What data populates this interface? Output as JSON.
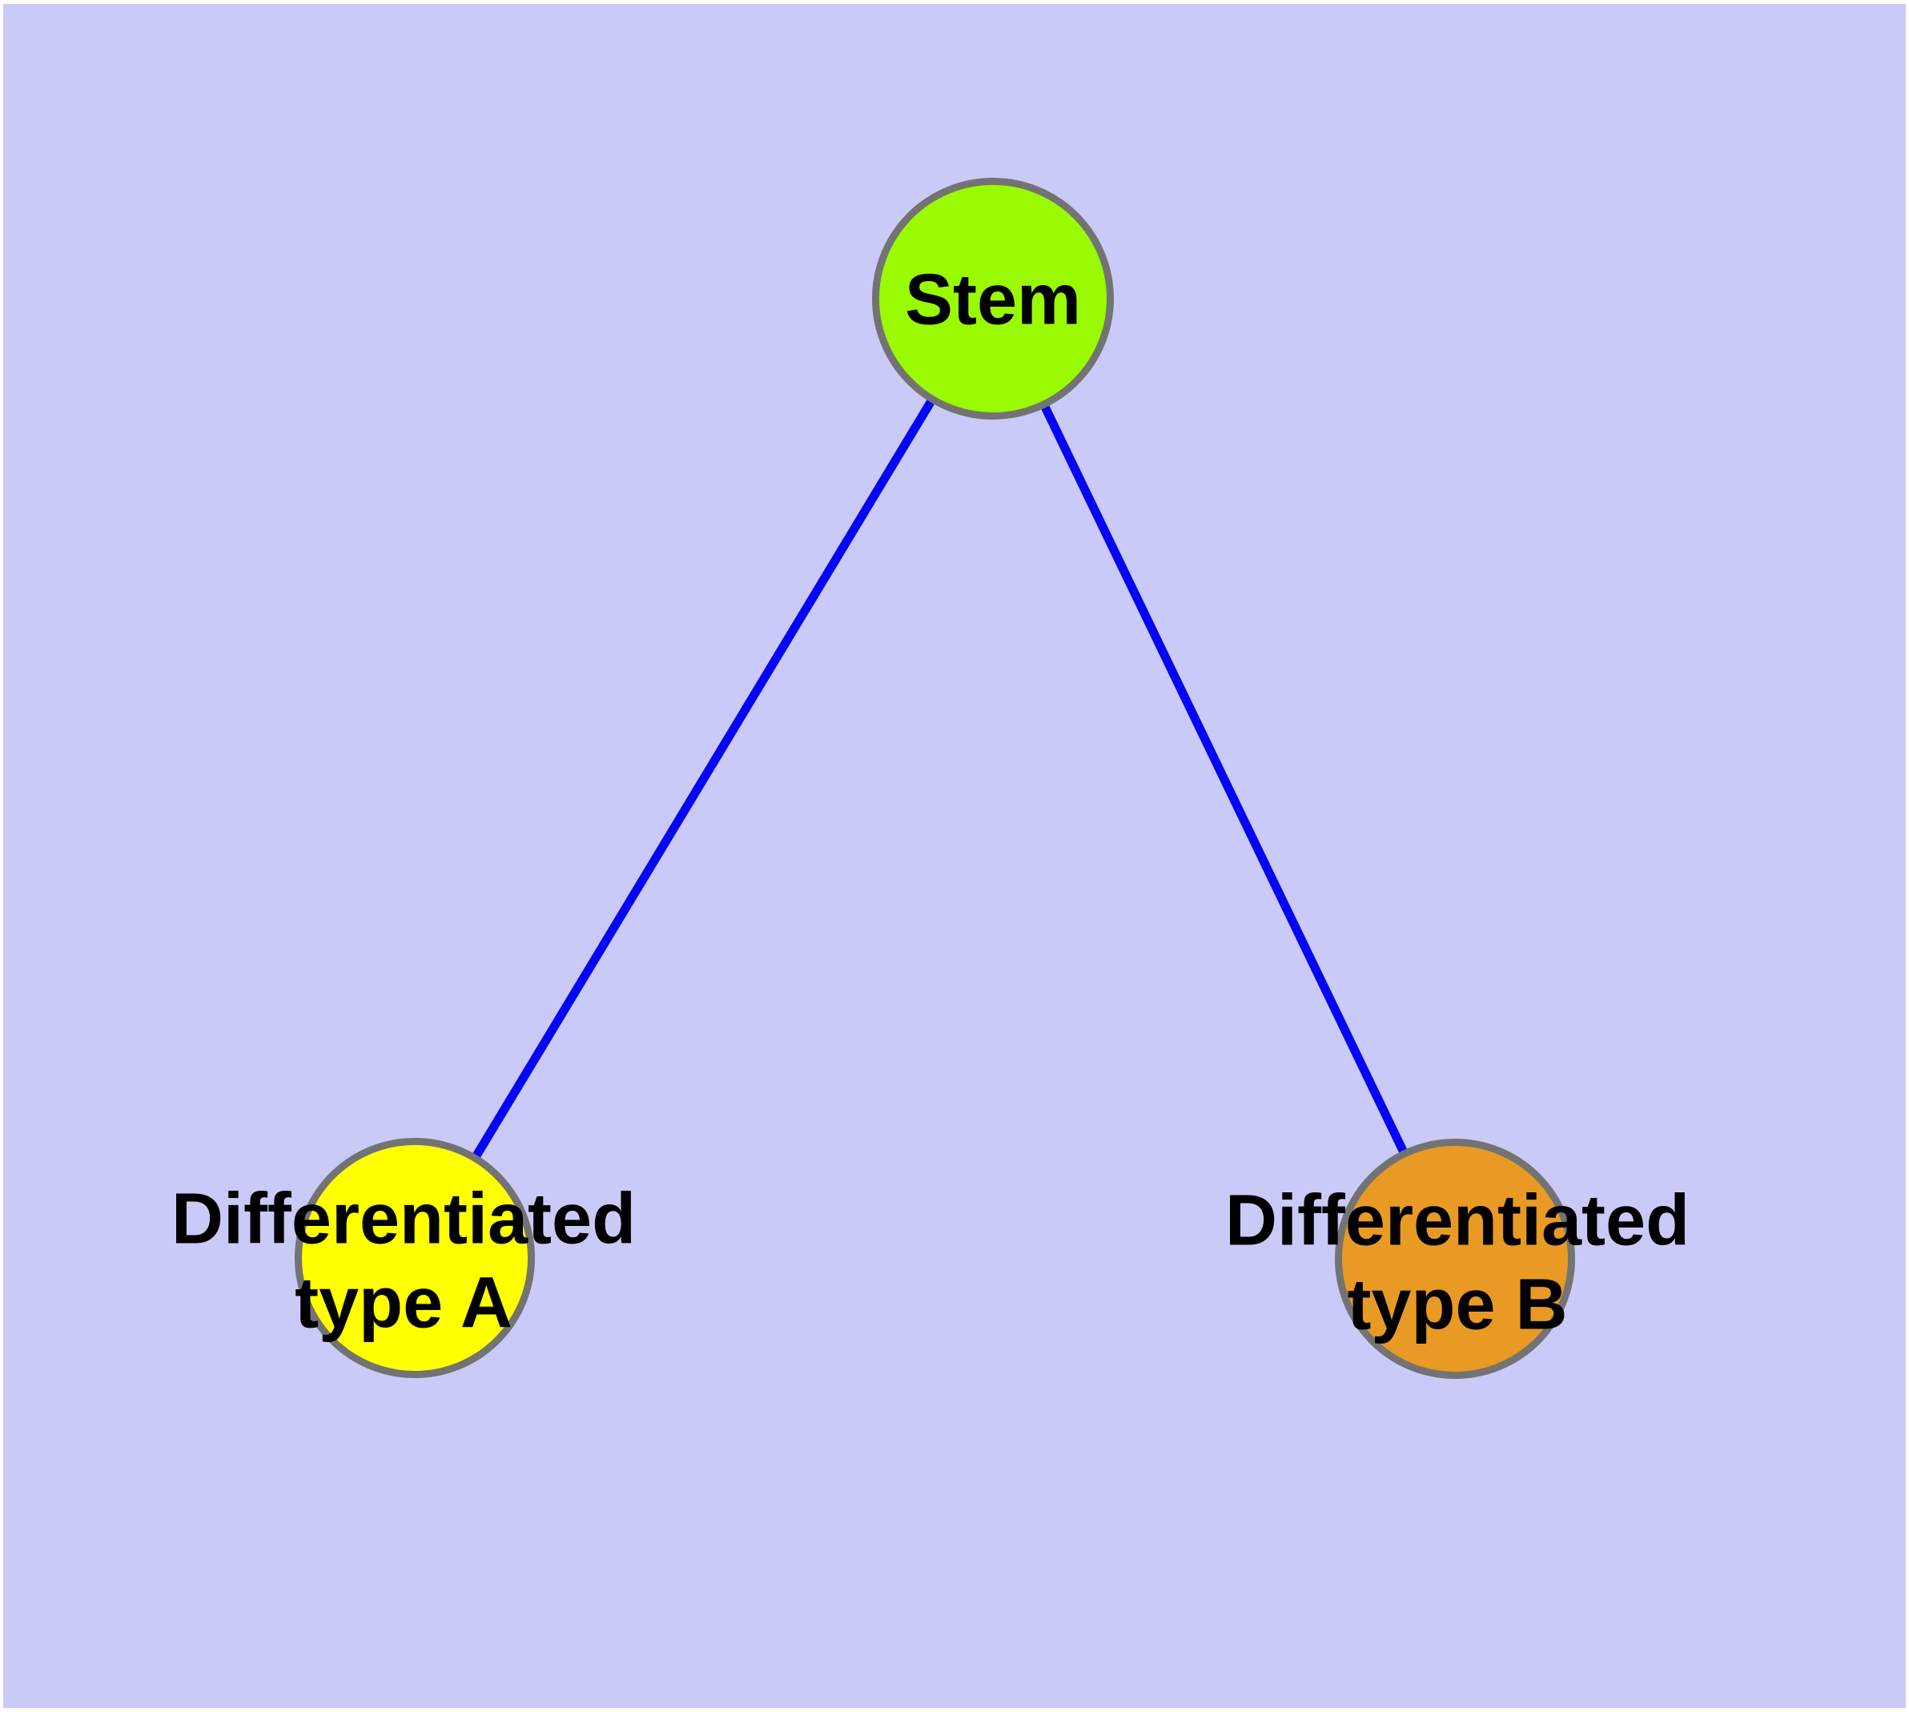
{
  "diagram": {
    "type": "graph",
    "background_color": "#cacaf8",
    "frame_color": "#ffffff",
    "edge_color": "#0505f5",
    "node_border_color": "#737373",
    "label_color": "#000000",
    "nodes": [
      {
        "id": "stem",
        "label_lines": [
          "Stem"
        ],
        "fill": "#9afa01"
      },
      {
        "id": "differentiated-type-a",
        "label_lines": [
          "Differentiated",
          "type A"
        ],
        "fill": "#ffff00"
      },
      {
        "id": "differentiated-type-b",
        "label_lines": [
          "Differentiated",
          "type B"
        ],
        "fill": "#e89a24"
      }
    ],
    "edges": [
      {
        "from": "stem",
        "to": "differentiated-type-a"
      },
      {
        "from": "stem",
        "to": "differentiated-type-b"
      }
    ]
  }
}
